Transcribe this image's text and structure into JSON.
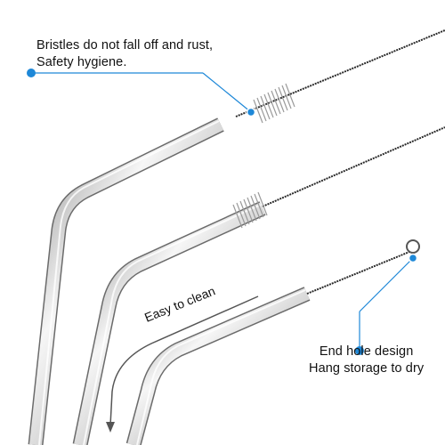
{
  "callouts": {
    "bristles": {
      "line1": "Bristles do not fall off and rust,",
      "line2": "Safety hygiene."
    },
    "end_hole": {
      "line1": "End hole design",
      "line2": "Hang storage to dry"
    },
    "easy_clean": "Easy to clean"
  },
  "colors": {
    "accent_blue": "#1e88d8",
    "steel_light": "#f4f4f4",
    "steel_mid": "#b9b9b9",
    "steel_dark": "#6b6b6b",
    "wire": "#2a2a2a"
  }
}
